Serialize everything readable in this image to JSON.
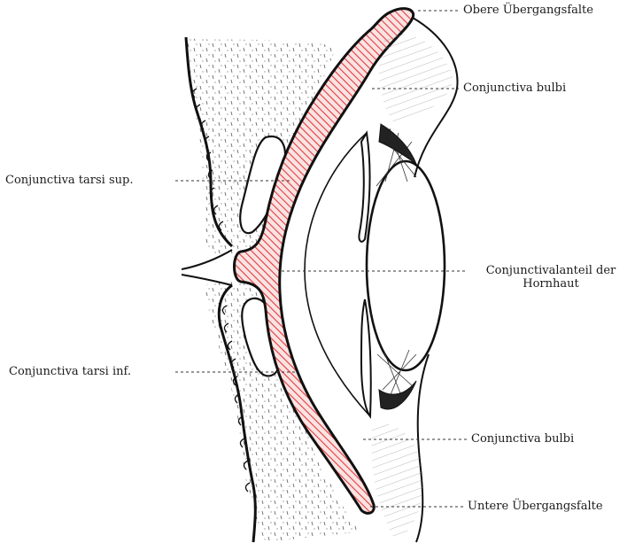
{
  "labels": {
    "obere_uebergangsfalte": "Obere Übergangsfalte",
    "conjunctiva_bulbi_upper": "Conjunctiva bulbi",
    "conjunctiva_tarsi_sup": "Conjunctiva tarsi sup.",
    "conjunctivalanteil_line1": "Conjunctivalanteil der",
    "conjunctivalanteil_line2": "Hornhaut",
    "conjunctiva_tarsi_inf": "Conjunctiva tarsi inf.",
    "conjunctiva_bulbi_lower": "Conjunctiva bulbi",
    "untere_uebergangsfalte": "Untere Übergangsfalte"
  },
  "colors": {
    "conjunctiva_hatch": "#e23b3b",
    "outline": "#111111",
    "stipple": "#555555",
    "leader": "#333333",
    "background": "#ffffff"
  }
}
